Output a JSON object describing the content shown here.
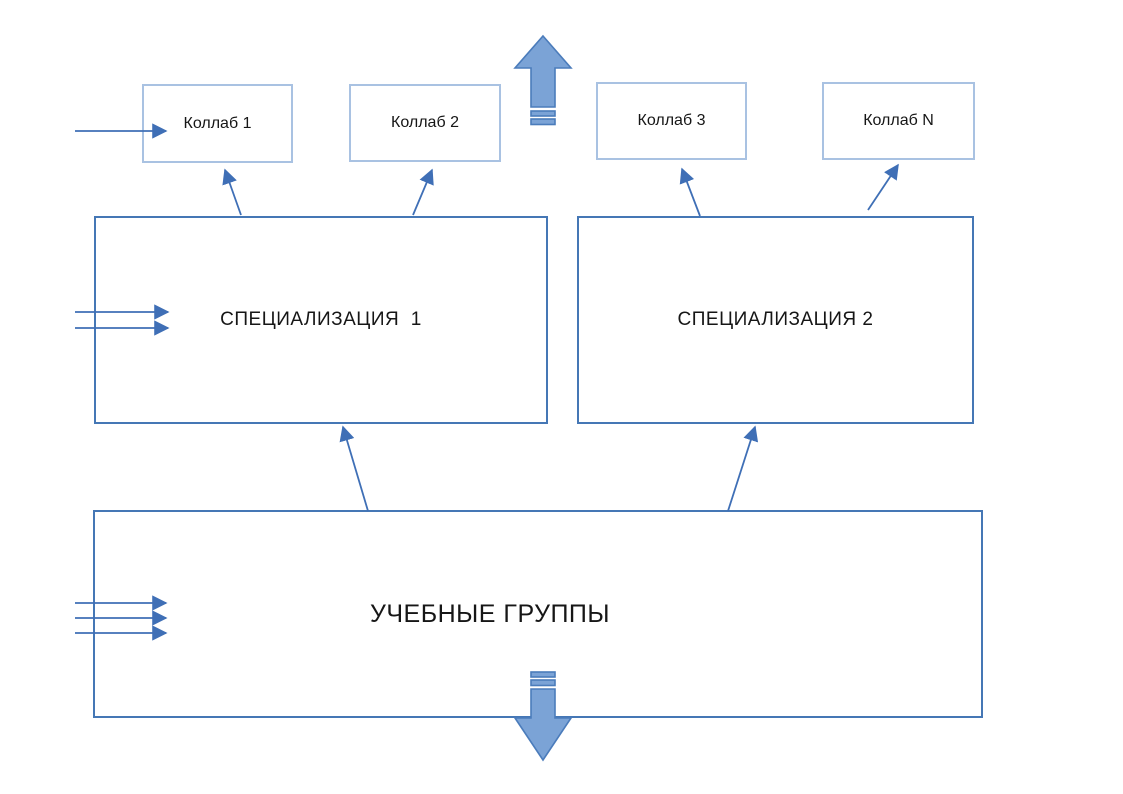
{
  "diagram": {
    "collab_boxes": [
      {
        "label": "Коллаб 1"
      },
      {
        "label": "Коллаб 2"
      },
      {
        "label": "Коллаб 3"
      },
      {
        "label": "Коллаб N"
      }
    ],
    "specialization_boxes": [
      {
        "label": "СПЕЦИАЛИЗАЦИЯ  1"
      },
      {
        "label": "СПЕЦИАЛИЗАЦИЯ 2"
      }
    ],
    "study_groups_box": {
      "label": "УЧЕБНЫЕ ГРУППЫ"
    },
    "block_arrows": [
      {
        "name": "striped-arrow-up"
      },
      {
        "name": "striped-arrow-down"
      }
    ],
    "colors": {
      "collab_border": "#a9c2e2",
      "major_border": "#4577b5",
      "connector": "#3f6fb6",
      "block_arrow_fill": "#7ba3d6",
      "block_arrow_border": "#4b7cbb",
      "text": "#161616",
      "background": "#ffffff"
    }
  }
}
